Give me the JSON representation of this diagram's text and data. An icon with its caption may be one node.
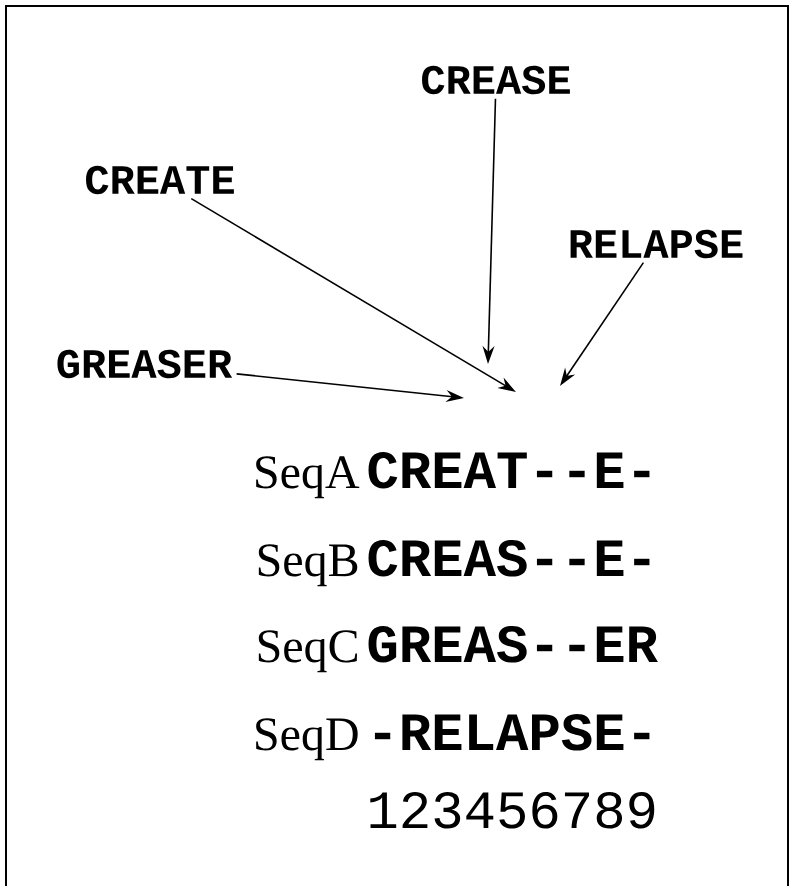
{
  "diagram": {
    "nodes": [
      {
        "text": [
          "CREATE"
        ]
      },
      {
        "text": [
          "CREASE"
        ]
      },
      {
        "text": [
          "RELAPSE"
        ]
      },
      {
        "text": [
          "GREASER"
        ]
      }
    ],
    "edges": [
      {
        "from": 0,
        "to": null,
        "arrow": "to"
      },
      {
        "from": 1,
        "to": null,
        "arrow": "to"
      },
      {
        "from": 2,
        "to": null,
        "arrow": "to"
      },
      {
        "from": 3,
        "to": null,
        "arrow": "to"
      }
    ],
    "labels": [
      "SeqA",
      "CREAT--E-",
      "SeqB",
      "CREAS--E-",
      "SeqC",
      "GREAS--ER",
      "SeqD",
      "-RELAPSE-",
      "123456789"
    ]
  }
}
